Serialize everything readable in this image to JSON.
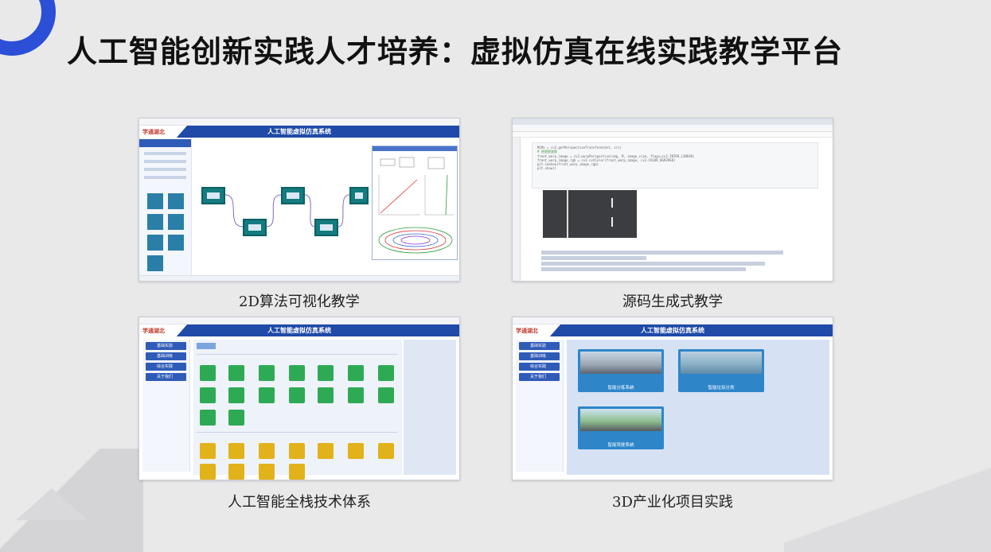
{
  "page": {
    "title": "人工智能创新实践人才培养：虚拟仿真在线实践教学平台"
  },
  "panels": [
    {
      "caption": "2D算法可视化教学",
      "app_title": "人工智能虚拟仿真系统",
      "logo": "学通湖北"
    },
    {
      "caption": "源码生成式教学",
      "code_lines": [
        "M1Mv = cv2.getPerspectiveTransform(dst, src)",
        "# 逆透视变换",
        "front_warp_image = cv2.warpPerspective(img, M, image_size, flags=cv2.INTER_LINEAR)",
        "front_warp_image_rgb = cv2.cvtColor(front_warp_image, cv2.COLOR_BGR2RGB)",
        "plt.imshow(front_warp_image_rgb)",
        "plt.show()"
      ]
    },
    {
      "caption": "人工智能全栈技术体系",
      "app_title": "人工智能虚拟仿真系统",
      "logo": "学通湖北",
      "sidebar_items": [
        "基础实验",
        "基础训练",
        "综合实践",
        "关于我们"
      ]
    },
    {
      "caption": "3D产业化项目实践",
      "app_title": "人工智能虚拟仿真系统",
      "logo": "学通湖北",
      "sidebar_items": [
        "基础实验",
        "基础训练",
        "综合实践",
        "关于我们"
      ],
      "scenes": [
        "智能分拣系统",
        "智能垃圾分类",
        "智能驾驶系统"
      ]
    }
  ],
  "colors": {
    "brand_blue": "#1f4aa8",
    "ring_blue": "#2b4fd6",
    "node_teal": "#137c80",
    "card_green": "#2eaa54",
    "card_yellow": "#e2b21a"
  }
}
